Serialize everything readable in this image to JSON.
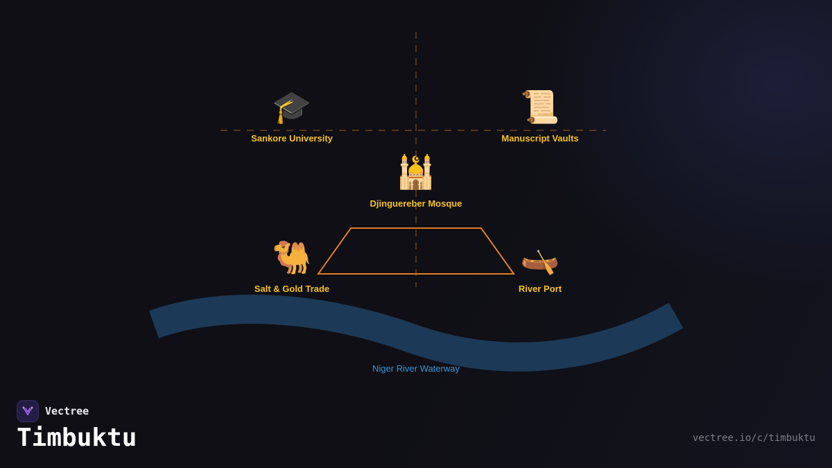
{
  "diagram": {
    "nodes": [
      {
        "id": "sankore",
        "label": "Sankore University",
        "icon": "graduation-cap-icon",
        "emoji": "🎓"
      },
      {
        "id": "manuscripts",
        "label": "Manuscript Vaults",
        "icon": "scroll-icon",
        "emoji": "📜"
      },
      {
        "id": "mosque",
        "label": "Djinguereber Mosque",
        "icon": "mosque-icon",
        "emoji": "🕌"
      },
      {
        "id": "trade",
        "label": "Salt & Gold Trade",
        "icon": "camel-icon",
        "emoji": "🐫"
      },
      {
        "id": "port",
        "label": "River Port",
        "icon": "canoe-icon",
        "emoji": "🛶"
      }
    ],
    "river_label": "Niger River Waterway",
    "colors": {
      "label": "#f5c323",
      "guide_lines": "#c8782a",
      "trapezoid": "#e07f25",
      "river": "#1c3a57",
      "river_label": "#3d95d8"
    }
  },
  "brand": {
    "name": "Vectree",
    "logo_icon": "vectree-logo-icon"
  },
  "title": "Timbuktu",
  "url": "vectree.io/c/timbuktu"
}
